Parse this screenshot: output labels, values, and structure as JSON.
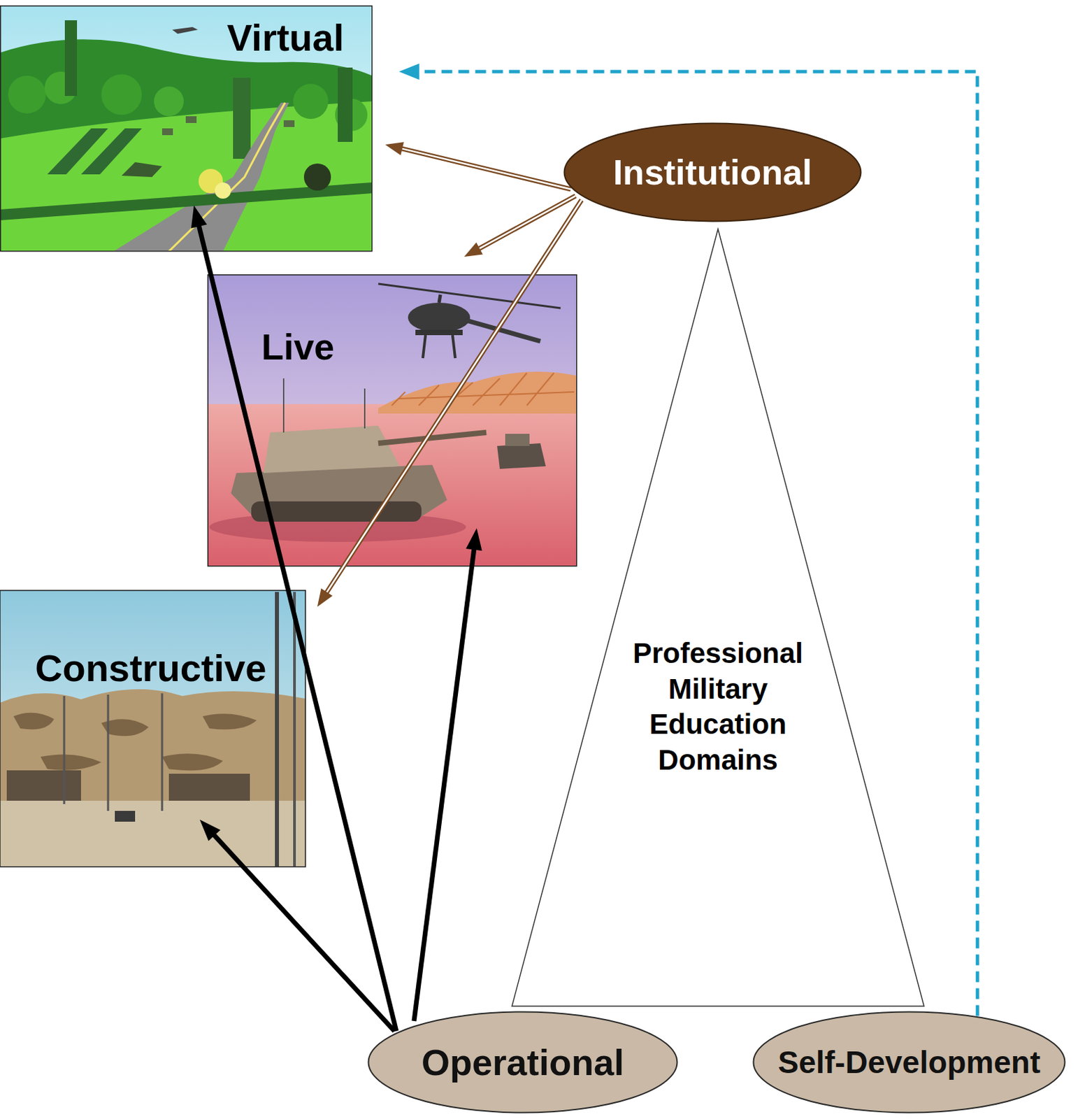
{
  "diagram": {
    "nodes": [
      {
        "text": [
          "Virtual"
        ]
      },
      {
        "text": [
          "Institutional"
        ]
      },
      {
        "text": [
          "Live"
        ]
      },
      {
        "text": [
          "Constructive"
        ]
      },
      {
        "text": [
          "Professional Military Education Domains"
        ]
      },
      {
        "text": [
          "Operational"
        ]
      },
      {
        "text": [
          "Self-Development"
        ]
      }
    ],
    "edges": [
      {
        "from": 1,
        "to": 0,
        "arrow": "to"
      },
      {
        "from": 1,
        "to": 2,
        "arrow": "to"
      },
      {
        "from": 1,
        "to": 3,
        "arrow": "to"
      },
      {
        "from": 5,
        "to": 3,
        "arrow": "to"
      },
      {
        "from": 5,
        "to": 0,
        "arrow": "to"
      },
      {
        "from": 5,
        "to": 2,
        "arrow": "to"
      },
      {
        "from": 6,
        "to": 0,
        "arrow": "to"
      }
    ]
  }
}
